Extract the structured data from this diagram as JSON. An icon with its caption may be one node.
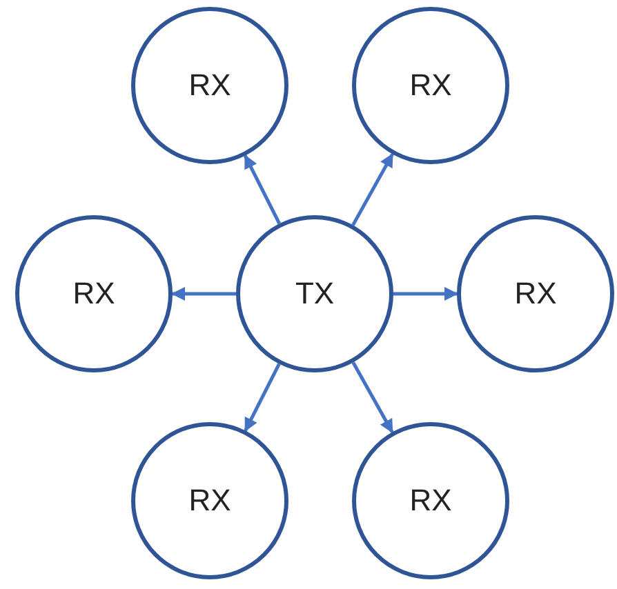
{
  "diagram": {
    "nodes": [
      {
        "text": [
          "RX"
        ]
      },
      {
        "text": [
          "RX"
        ]
      },
      {
        "text": [
          "RX"
        ]
      },
      {
        "text": [
          "TX"
        ]
      },
      {
        "text": [
          "RX"
        ]
      },
      {
        "text": [
          "RX"
        ]
      },
      {
        "text": [
          "RX"
        ]
      }
    ],
    "edges": [
      {
        "from": 3,
        "to": 0,
        "arrow": "to"
      },
      {
        "from": 3,
        "to": 1,
        "arrow": "to"
      },
      {
        "from": 3,
        "to": 2,
        "arrow": "to"
      },
      {
        "from": 3,
        "to": 4,
        "arrow": "to"
      },
      {
        "from": 3,
        "to": 5,
        "arrow": "to"
      },
      {
        "from": 3,
        "to": 6,
        "arrow": "to"
      }
    ]
  }
}
